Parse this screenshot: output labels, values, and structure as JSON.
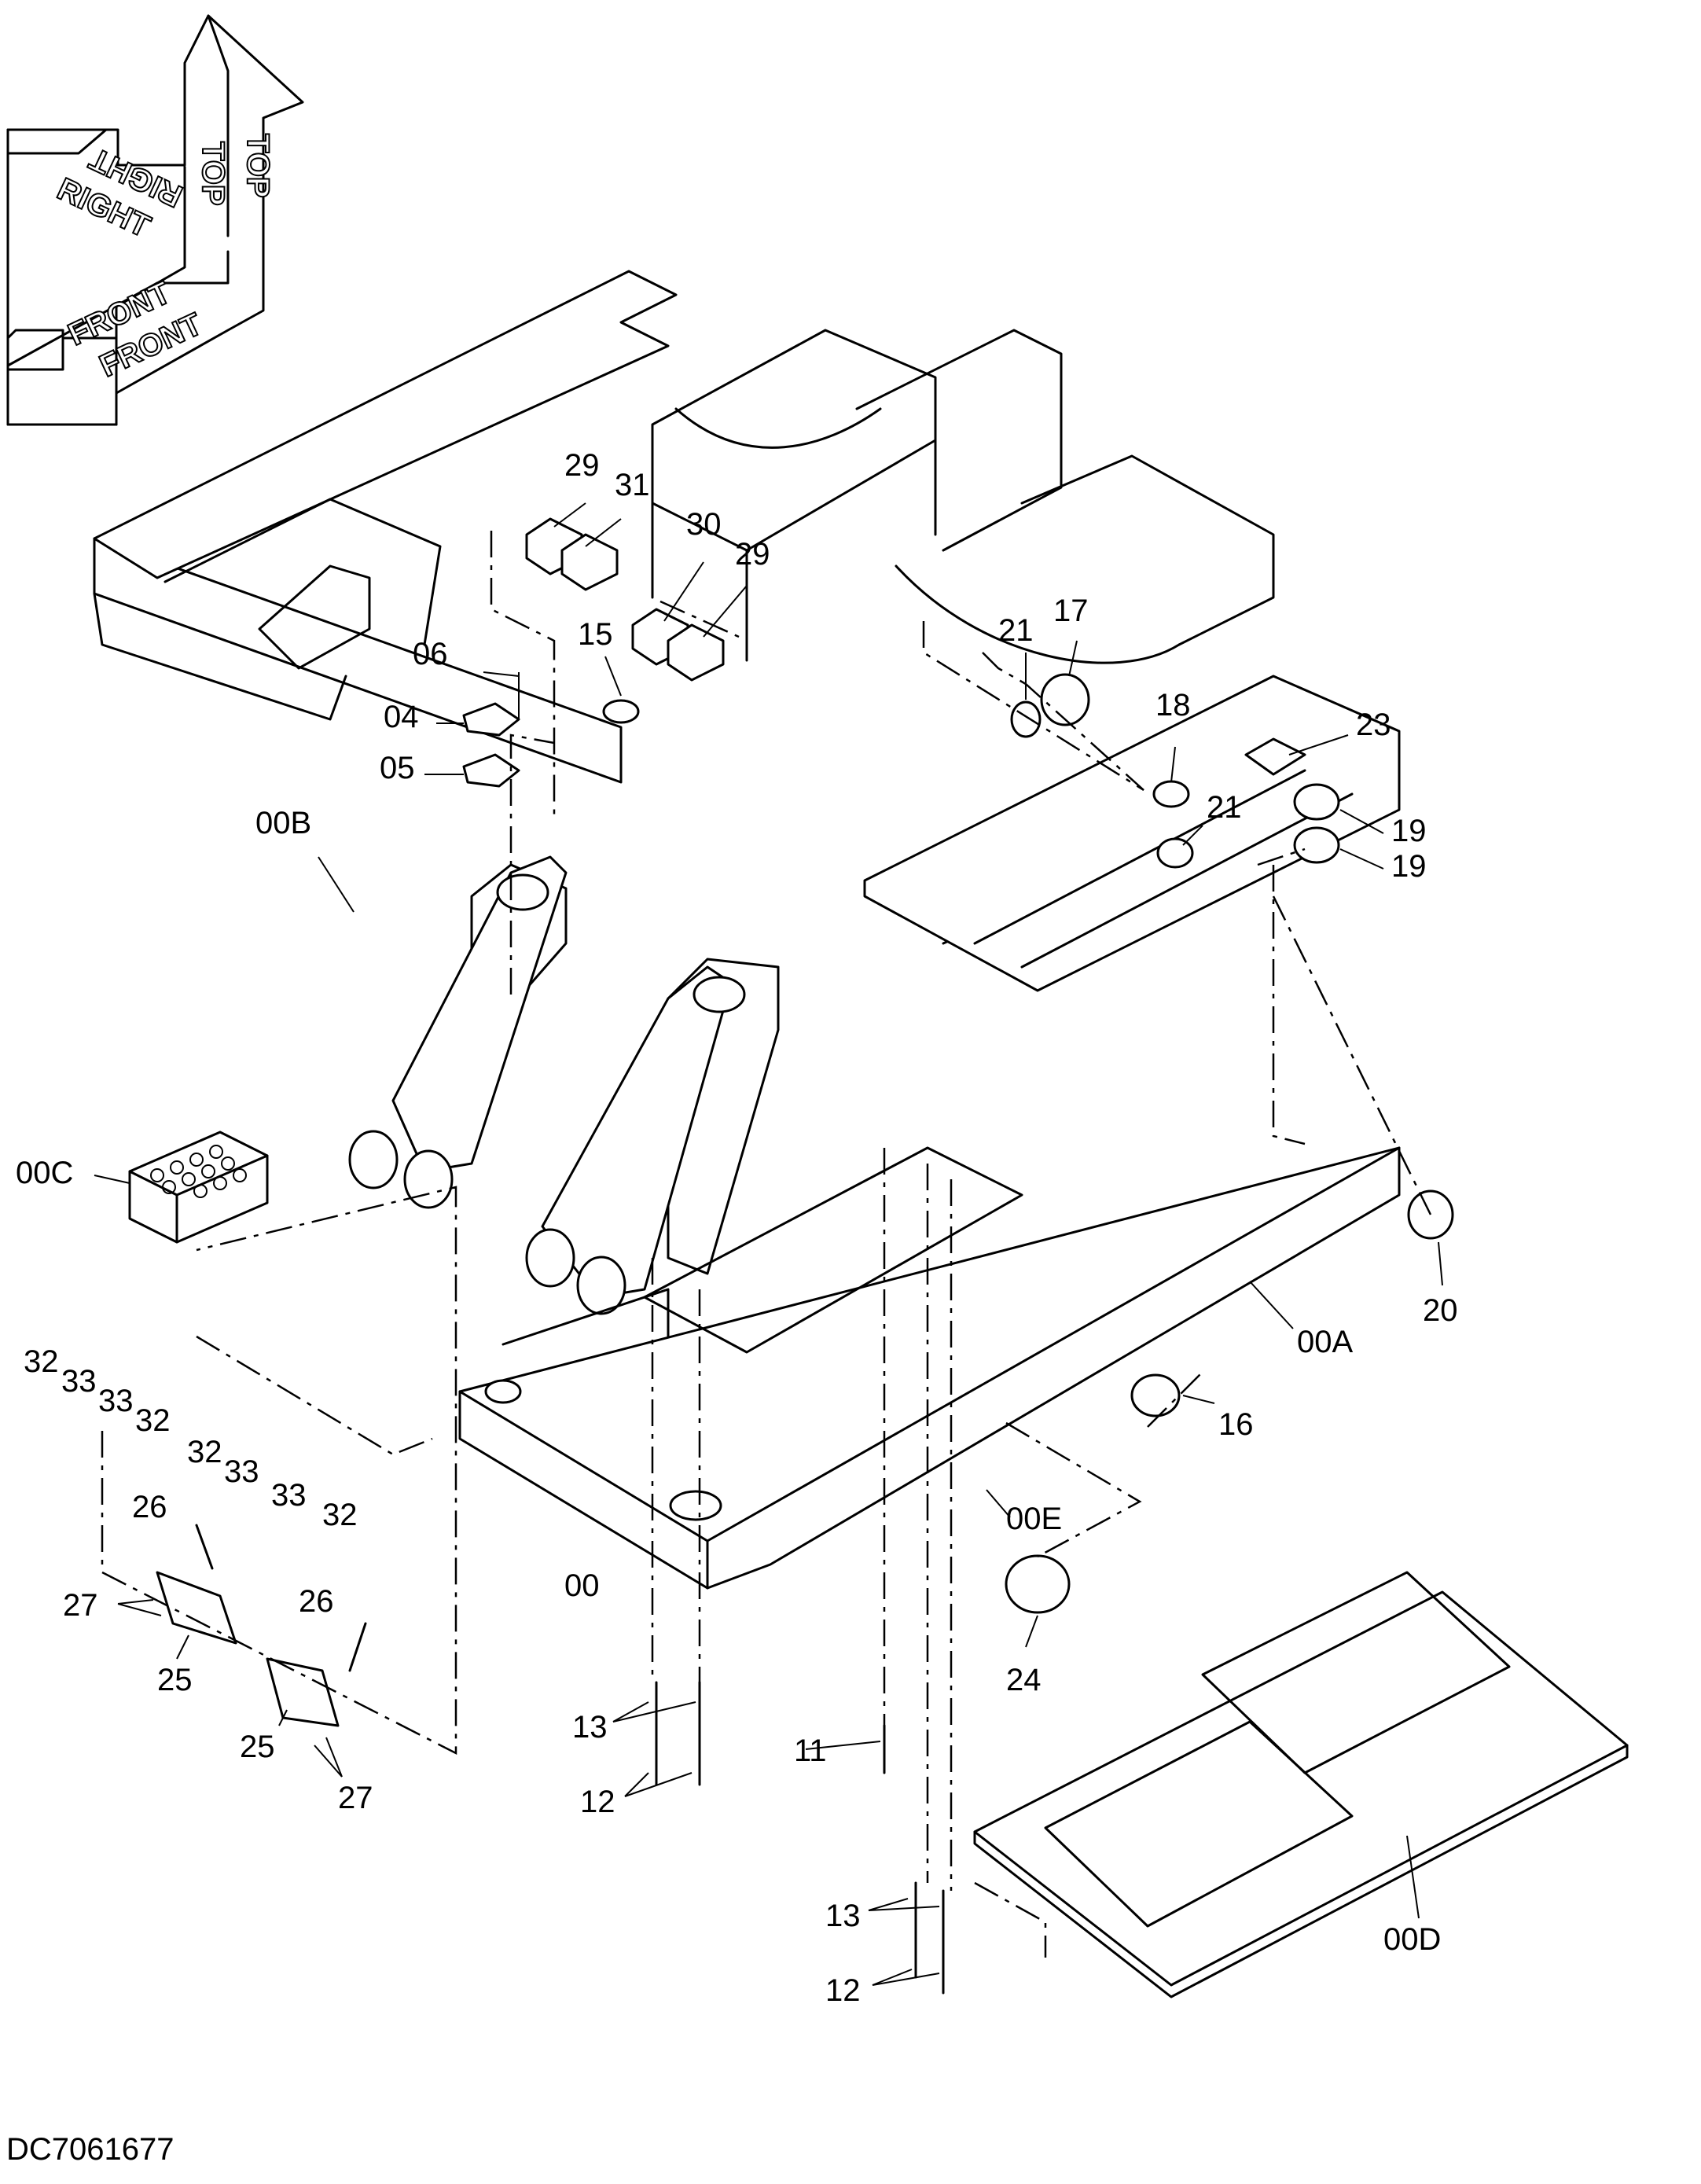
{
  "drawing_number": "DC7061677",
  "orientation_labels": [
    "TOP",
    "TOP",
    "RIGHT",
    "RIGHT",
    "FRONT",
    "FRONT"
  ],
  "callouts": [
    {
      "id": "29",
      "text": "29"
    },
    {
      "id": "31",
      "text": "31"
    },
    {
      "id": "30",
      "text": "30"
    },
    {
      "id": "29b",
      "text": "29"
    },
    {
      "id": "06",
      "text": "06"
    },
    {
      "id": "15",
      "text": "15"
    },
    {
      "id": "21",
      "text": "21"
    },
    {
      "id": "17",
      "text": "17"
    },
    {
      "id": "04",
      "text": "04"
    },
    {
      "id": "05",
      "text": "05"
    },
    {
      "id": "18",
      "text": "18"
    },
    {
      "id": "23",
      "text": "23"
    },
    {
      "id": "00B",
      "text": "00B"
    },
    {
      "id": "21b",
      "text": "21"
    },
    {
      "id": "19",
      "text": "19"
    },
    {
      "id": "19b",
      "text": "19"
    },
    {
      "id": "00C",
      "text": "00C"
    },
    {
      "id": "20",
      "text": "20"
    },
    {
      "id": "00A",
      "text": "00A"
    },
    {
      "id": "32a",
      "text": "32"
    },
    {
      "id": "33a",
      "text": "33"
    },
    {
      "id": "33b",
      "text": "33"
    },
    {
      "id": "32b",
      "text": "32"
    },
    {
      "id": "32c",
      "text": "32"
    },
    {
      "id": "33c",
      "text": "33"
    },
    {
      "id": "33d",
      "text": "33"
    },
    {
      "id": "32d",
      "text": "32"
    },
    {
      "id": "16",
      "text": "16"
    },
    {
      "id": "26",
      "text": "26"
    },
    {
      "id": "00E",
      "text": "00E"
    },
    {
      "id": "00",
      "text": "00"
    },
    {
      "id": "27",
      "text": "27"
    },
    {
      "id": "26b",
      "text": "26"
    },
    {
      "id": "24",
      "text": "24"
    },
    {
      "id": "25",
      "text": "25"
    },
    {
      "id": "25b",
      "text": "25"
    },
    {
      "id": "27b",
      "text": "27"
    },
    {
      "id": "13",
      "text": "13"
    },
    {
      "id": "11",
      "text": "11"
    },
    {
      "id": "12",
      "text": "12"
    },
    {
      "id": "13b",
      "text": "13"
    },
    {
      "id": "00D",
      "text": "00D"
    },
    {
      "id": "12b",
      "text": "12"
    }
  ]
}
